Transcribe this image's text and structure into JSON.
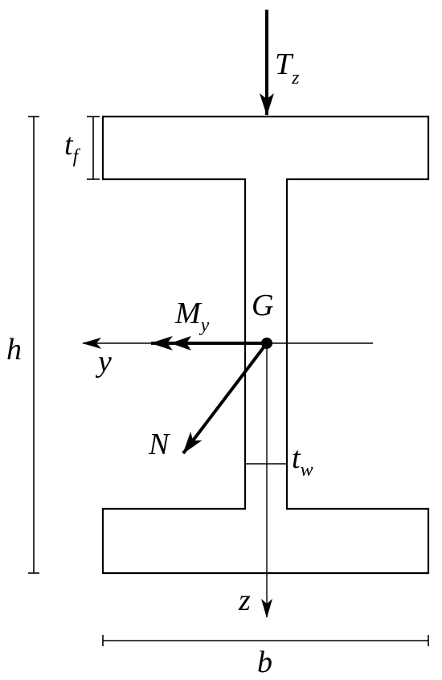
{
  "colors": {
    "stroke": "#000000",
    "background": "#ffffff"
  },
  "labels": {
    "load": {
      "main": "T",
      "sub": "z"
    },
    "flange_thickness": {
      "main": "t",
      "sub": "f"
    },
    "height": "h",
    "centroid": "G",
    "moment": {
      "main": "M",
      "sub": "y"
    },
    "axis_y": "y",
    "normal_force": "N",
    "web_thickness": {
      "main": "t",
      "sub": "w"
    },
    "axis_z": "z",
    "width": "b"
  }
}
